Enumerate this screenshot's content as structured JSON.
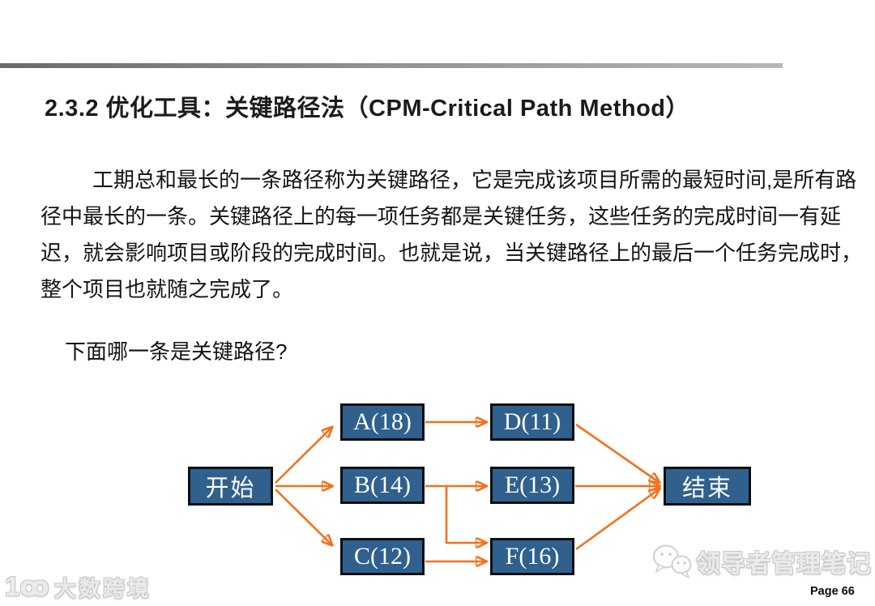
{
  "slide": {
    "title": "2.3.2   优化工具：关键路径法（CPM-Critical Path Method）",
    "paragraph_lines": [
      "工期总和最长的一条路径称为关键路径，它是完成该项目所需的最短时间,是所有路",
      "径中最长的一条。关键路径上的每一项任务都是关键任务，这些任务的完成时间一有延",
      "迟，就会影响项目或阶段的完成时间。也就是说，当关键路径上的最后一个任务完成时，",
      "整个项目也就随之完成了。"
    ],
    "question": "下面哪一条是关键路径?"
  },
  "diagram": {
    "nodes": [
      {
        "id": "start",
        "label": "开始"
      },
      {
        "id": "A",
        "label": "A(18)"
      },
      {
        "id": "B",
        "label": "B(14)"
      },
      {
        "id": "C",
        "label": "C(12)"
      },
      {
        "id": "D",
        "label": "D(11)"
      },
      {
        "id": "E",
        "label": "E(13)"
      },
      {
        "id": "F",
        "label": "F(16)"
      },
      {
        "id": "end",
        "label": "结束"
      }
    ],
    "edges": [
      [
        "start",
        "A"
      ],
      [
        "start",
        "B"
      ],
      [
        "start",
        "C"
      ],
      [
        "A",
        "D"
      ],
      [
        "B",
        "E"
      ],
      [
        "B",
        "F"
      ],
      [
        "C",
        "F"
      ],
      [
        "D",
        "end"
      ],
      [
        "E",
        "end"
      ],
      [
        "F",
        "end"
      ]
    ]
  },
  "watermarks": {
    "left_logo": "1ꝏ",
    "left_text": "大数跨境",
    "right_text": "领导者管理笔记"
  },
  "footer": {
    "page_label": "Page 66"
  },
  "colors": {
    "arrow_orange": "#F4701B",
    "node_fill": "#30618E",
    "node_border": "#0E0E10",
    "divider_gray": "#8F8F8F"
  }
}
